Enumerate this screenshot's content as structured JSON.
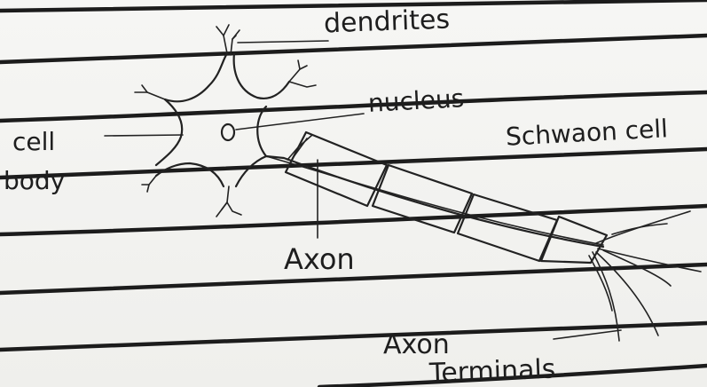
{
  "labels": {
    "dendrites": "dendrites",
    "nucleus": "nucleus",
    "schwann_cell": "Schwaon cell",
    "cell": "cell",
    "body": "body",
    "axon": "Axon",
    "axon_terminals_line1": "Axon",
    "axon_terminals_line2": "Terminals"
  },
  "colors": {
    "paper": "#f4f4f2",
    "ink": "#1e1e1e",
    "rule_lines": "#1c1c1c"
  }
}
